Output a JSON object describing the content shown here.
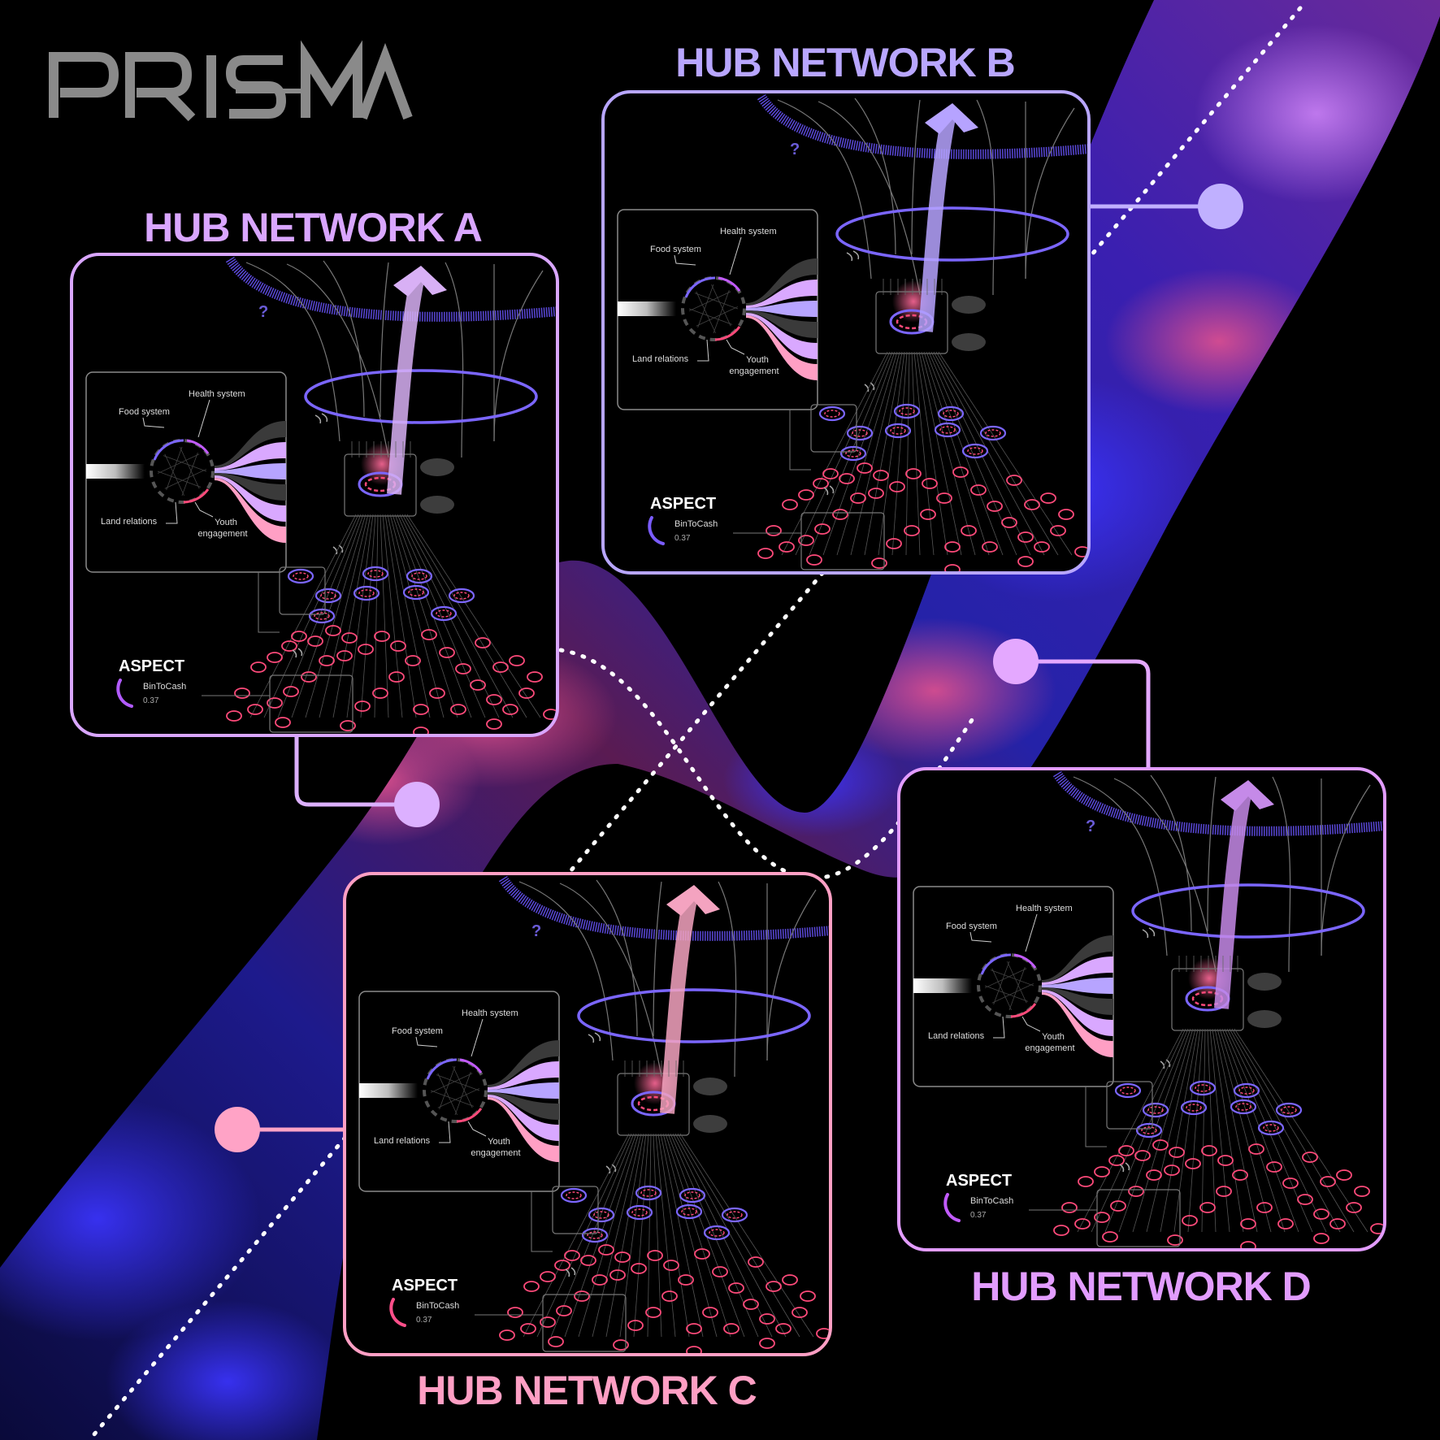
{
  "brand": {
    "logo": "PRISMA"
  },
  "hubs": [
    {
      "id": "a",
      "title": "HUB NETWORK A",
      "accent": "#d9a6ff",
      "arrow_color": "#d8b0f5",
      "aspect_arc_color": "#b25bff",
      "labels": {
        "health": "Health system",
        "food": "Food system",
        "land": "Land relations",
        "youth1": "Youth",
        "youth2": "engagement"
      },
      "question": "?",
      "aspect": {
        "heading": "ASPECT",
        "metric": "BinToCash",
        "value": "0.37"
      }
    },
    {
      "id": "b",
      "title": "HUB NETWORK B",
      "accent": "#b8a6ff",
      "arrow_color": "#b6a3ff",
      "aspect_arc_color": "#7a5cff",
      "labels": {
        "health": "Health system",
        "food": "Food system",
        "land": "Land relations",
        "youth1": "Youth",
        "youth2": "engagement"
      },
      "question": "?",
      "aspect": {
        "heading": "ASPECT",
        "metric": "BinToCash",
        "value": "0.37"
      }
    },
    {
      "id": "c",
      "title": "HUB NETWORK C",
      "accent": "#ff9fc4",
      "arrow_color": "#f4a3c0",
      "aspect_arc_color": "#ff4f8a",
      "labels": {
        "health": "Health system",
        "food": "Food system",
        "land": "Land relations",
        "youth1": "Youth",
        "youth2": "engagement"
      },
      "question": "?",
      "aspect": {
        "heading": "ASPECT",
        "metric": "BinToCash",
        "value": "0.37"
      }
    },
    {
      "id": "d",
      "title": "HUB NETWORK D",
      "accent": "#e29cff",
      "arrow_color": "#c58ae8",
      "aspect_arc_color": "#c25bff",
      "labels": {
        "health": "Health system",
        "food": "Food system",
        "land": "Land relations",
        "youth1": "Youth",
        "youth2": "engagement"
      },
      "question": "?",
      "aspect": {
        "heading": "ASPECT",
        "metric": "BinToCash",
        "value": "0.37"
      }
    }
  ],
  "colors": {
    "background": "#000000",
    "marble_blue": "#2a1fb8",
    "marble_pink": "#c23a78",
    "ring": "#7b66ff",
    "node_pink": "#ff4a7a"
  }
}
